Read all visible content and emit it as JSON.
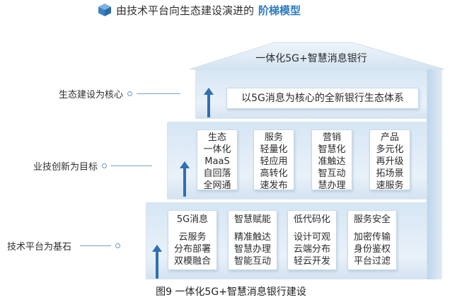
{
  "header": {
    "title_plain": "由技术平台向生态建设演进的",
    "title_accent": "阶梯模型"
  },
  "roof": {
    "label": "一体化5G+智慧消息银行"
  },
  "top_tier": {
    "side_label": "生态建设为核心",
    "box": "以5G消息为核心的全新银行生态体系"
  },
  "middle_tier": {
    "side_label": "业技创新为目标",
    "columns": [
      {
        "title": "生态",
        "items": [
          "一体化",
          "MaaS",
          "自回落",
          "全网通"
        ]
      },
      {
        "title": "服务",
        "items": [
          "轻量化",
          "轻应用",
          "高转化",
          "速发布"
        ]
      },
      {
        "title": "营销",
        "items": [
          "智慧化",
          "准触达",
          "智互动",
          "慧办理"
        ]
      },
      {
        "title": "产品",
        "items": [
          "多元化",
          "再升级",
          "拓场景",
          "速服务"
        ]
      }
    ]
  },
  "bottom_tier": {
    "side_label": "技术平台为基石",
    "columns": [
      {
        "title": "5G消息",
        "items": [
          "云服务",
          "分布部署",
          "双模融合"
        ]
      },
      {
        "title": "智慧赋能",
        "items": [
          "精准触达",
          "智慧办理",
          "智能互动"
        ]
      },
      {
        "title": "低代码化",
        "items": [
          "设计可观",
          "云端分布",
          "轻云开发"
        ]
      },
      {
        "title": "服务安全",
        "items": [
          "加密传输",
          "身份鉴权",
          "平台过滤"
        ]
      }
    ]
  },
  "caption": "图9 一体化5G+智慧消息银行建设",
  "colors": {
    "accent": "#2a7bc0",
    "arrow": "#2f6fb3",
    "tier": "#dce9f5"
  }
}
